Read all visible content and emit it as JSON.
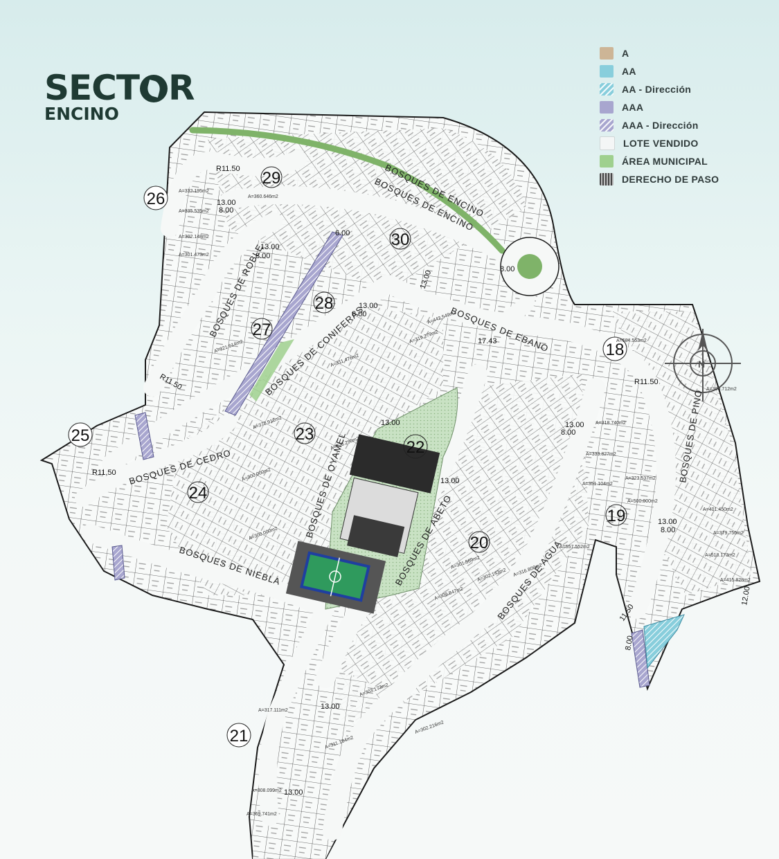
{
  "title": {
    "main_prefix": "SECT",
    "main_suffix": "R",
    "subtitle": "ENCINO"
  },
  "legend": [
    {
      "label": "A",
      "color": "#cdb596",
      "hatched": false
    },
    {
      "label": "AA",
      "color": "#88cedc",
      "hatched": false
    },
    {
      "label": "AA - Dirección",
      "color": "#88cedc",
      "hatched": true
    },
    {
      "label": "AAA",
      "color": "#a8a6cf",
      "hatched": false
    },
    {
      "label": "AAA - Dirección",
      "color": "#a8a6cf",
      "hatched": true
    },
    {
      "label": "LOTE VENDIDO",
      "color": "#f4f6f6",
      "hatched": false
    },
    {
      "label": "ÁREA MUNICIPAL",
      "color": "#9fd08e",
      "hatched": false
    },
    {
      "label": "DERECHO DE PASO",
      "color": "#6d6d6d",
      "hatched": false,
      "striped": true
    }
  ],
  "streets": {
    "encino1": "BOSQUES DE ENCINO",
    "encino2": "BOSQUES DE ENCINO",
    "roble": "BOSQUES DE ROBLE",
    "coniferas": "BOSQUES DE CONIFERAS",
    "ebano": "BOSQUES DE EBANO",
    "cedro": "BOSQUES DE CEDRO",
    "oyamel": "BOSQUES DE OYAMEL",
    "abeto": "BOSQUES DE ABETO",
    "agua": "BOSQUES DE AGUA",
    "niebla": "BOSQUES DE NIEBLA",
    "pino": "BOSQUES DE PINO"
  },
  "blocks": [
    "18",
    "19",
    "20",
    "21",
    "22",
    "23",
    "24",
    "25",
    "26",
    "27",
    "28",
    "29",
    "30"
  ],
  "dims": {
    "r1": "R11.50",
    "r2": "R11.50",
    "r3": "R11.50",
    "r4": "R11,50",
    "d1": "13.00",
    "d2": "8.00",
    "d3": "13.00",
    "d4": "8.00",
    "d5": "13.00",
    "d6": "8.00",
    "d7": "13.00",
    "d8": "13.00",
    "d9": "17.43",
    "d10": "13.00",
    "d11": "8.00",
    "d12": "13.00",
    "d13": "13.00",
    "d14": "13.00",
    "d15": "11.50",
    "d16": "12.00",
    "d17": "8.00",
    "d18": "8.00",
    "d19": "6.00",
    "d20": "8.00"
  },
  "lot_labels": [
    "A=335.535m2",
    "A=302.148m2",
    "A=301.473m2",
    "A=332.195m2",
    "A=360.646m2",
    "A=321.614m2",
    "A=372.912m2",
    "A=300.000m2",
    "A=326.290m2",
    "A=311.476m2",
    "A=300.000m2",
    "A=301.569m2",
    "A=309.847m2",
    "A=302.216m2",
    "A=316.808m2",
    "A=333.827m2",
    "A=323.537m2",
    "A=351.104m2",
    "A=500.000m2",
    "A=557.552m2",
    "A=518.173m2",
    "A=379.756m2",
    "A=401.450m2",
    "A=300.712m2",
    "A=684.553m2",
    "A=442.549m2",
    "A=319.279m2",
    "A=311.184m2",
    "A=369.741m2",
    "A=308.099m2",
    "A=317.111m2",
    "A=303.173m2",
    "A=302.143m2",
    "A=318.740m2",
    "A=415.828m2"
  ]
}
